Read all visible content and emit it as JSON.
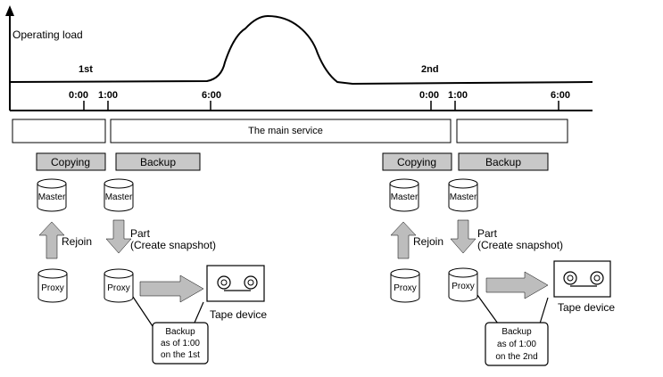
{
  "axis": {
    "ylabel": "Operating load"
  },
  "days": {
    "first": "1st",
    "second": "2nd"
  },
  "times": {
    "t0000": "0:00",
    "t0100": "1:00",
    "t0600": "6:00"
  },
  "main_service": "The main service",
  "labels": {
    "copying": "Copying",
    "backup": "Backup",
    "master": "Master",
    "proxy": "Proxy",
    "rejoin": "Rejoin",
    "part_line1": "Part",
    "part_line2": "(Create snapshot)",
    "tape_device": "Tape device"
  },
  "callouts": {
    "first": {
      "line1": "Backup",
      "line2": "as of 1:00",
      "line3": "on the 1st"
    },
    "second": {
      "line1": "Backup",
      "line2": "as of 1:00",
      "line3": "on the 2nd"
    }
  },
  "colors": {
    "gray_box": "#c8c8c8",
    "arrow_fill": "#bdbdbd",
    "line": "#000000"
  }
}
